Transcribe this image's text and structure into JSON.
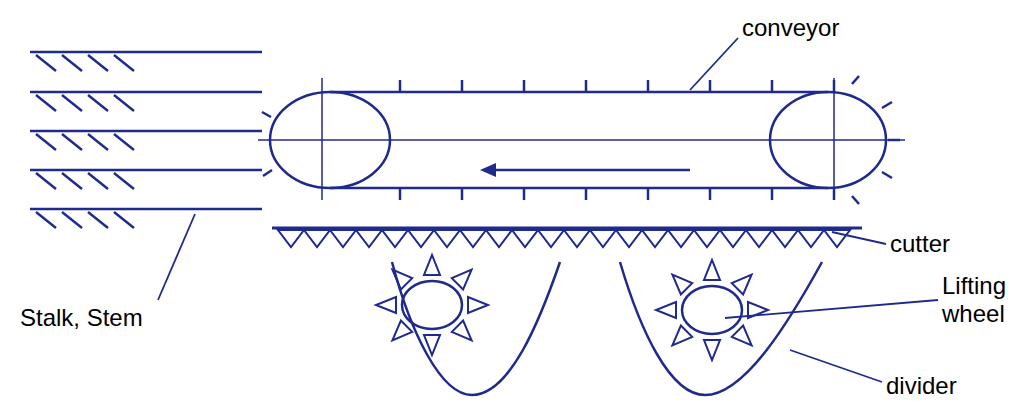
{
  "diagram": {
    "labels": [
      "conveyor",
      "cutter",
      "Lifting wheel",
      "divider",
      "Stalk, Stem"
    ]
  }
}
